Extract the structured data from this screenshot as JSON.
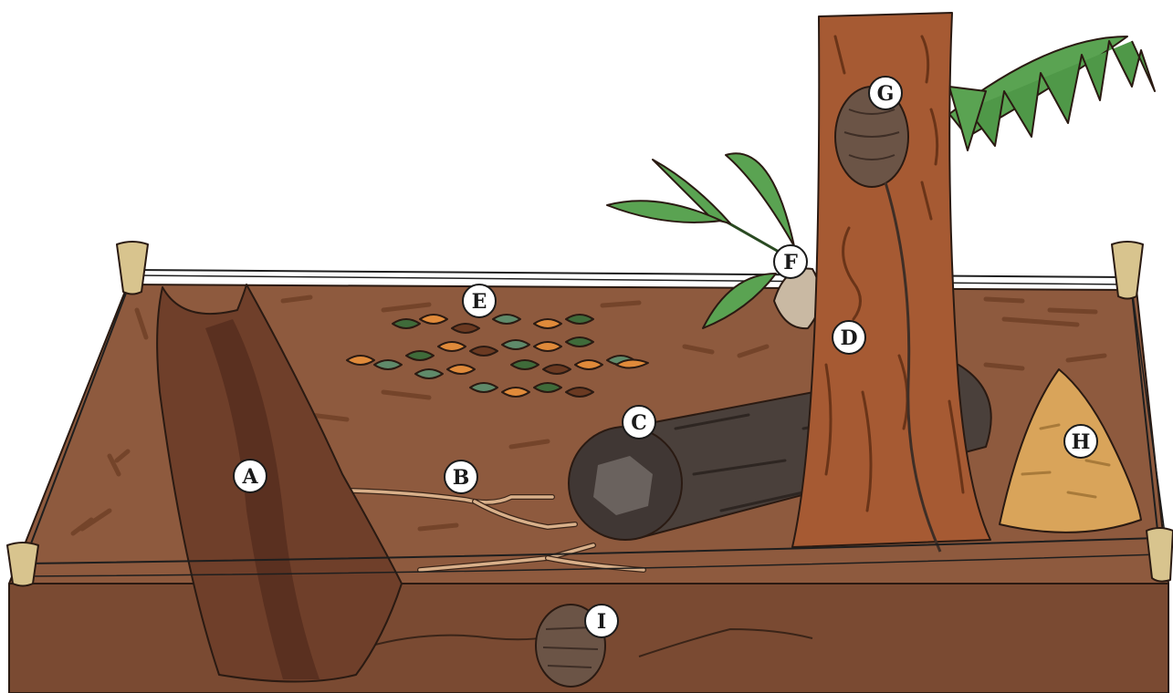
{
  "diagram": {
    "labels": [
      {
        "id": "A",
        "text": "A"
      },
      {
        "id": "B",
        "text": "B"
      },
      {
        "id": "C",
        "text": "C"
      },
      {
        "id": "D",
        "text": "D"
      },
      {
        "id": "E",
        "text": "E"
      },
      {
        "id": "F",
        "text": "F"
      },
      {
        "id": "G",
        "text": "G"
      },
      {
        "id": "H",
        "text": "H"
      },
      {
        "id": "I",
        "text": "I"
      }
    ]
  },
  "colors": {
    "soil_top": "#8e5a3e",
    "soil_side": "#7a4a32",
    "mound": "#6f3f2a",
    "mound_dark": "#5a3020",
    "trunk": "#a65a33",
    "log": "#4a403b",
    "leaf": "#56a04e",
    "sand": "#d9a45a",
    "nest": "#6b5446",
    "root": "#d9b08a"
  }
}
